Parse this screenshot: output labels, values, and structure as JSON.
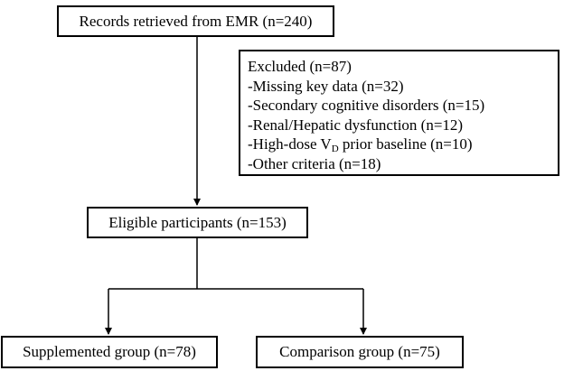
{
  "records": {
    "label": "Records retrieved from EMR (n=240)"
  },
  "excluded": {
    "title": "Excluded (n=87)",
    "items": [
      {
        "text": "-Missing key data (n=32)"
      },
      {
        "text": "-Secondary cognitive disorders (n=15)"
      },
      {
        "text": "-Renal/Hepatic dysfunction (n=12)"
      },
      {
        "pre": "-High-dose V",
        "sub": "D",
        "post": " prior baseline (n=10)"
      },
      {
        "text": "-Other criteria (n=18)"
      }
    ]
  },
  "eligible": {
    "label": "Eligible participants (n=153)"
  },
  "groups": {
    "supplemented": "Supplemented group (n=78)",
    "comparison": "Comparison group (n=75)"
  }
}
